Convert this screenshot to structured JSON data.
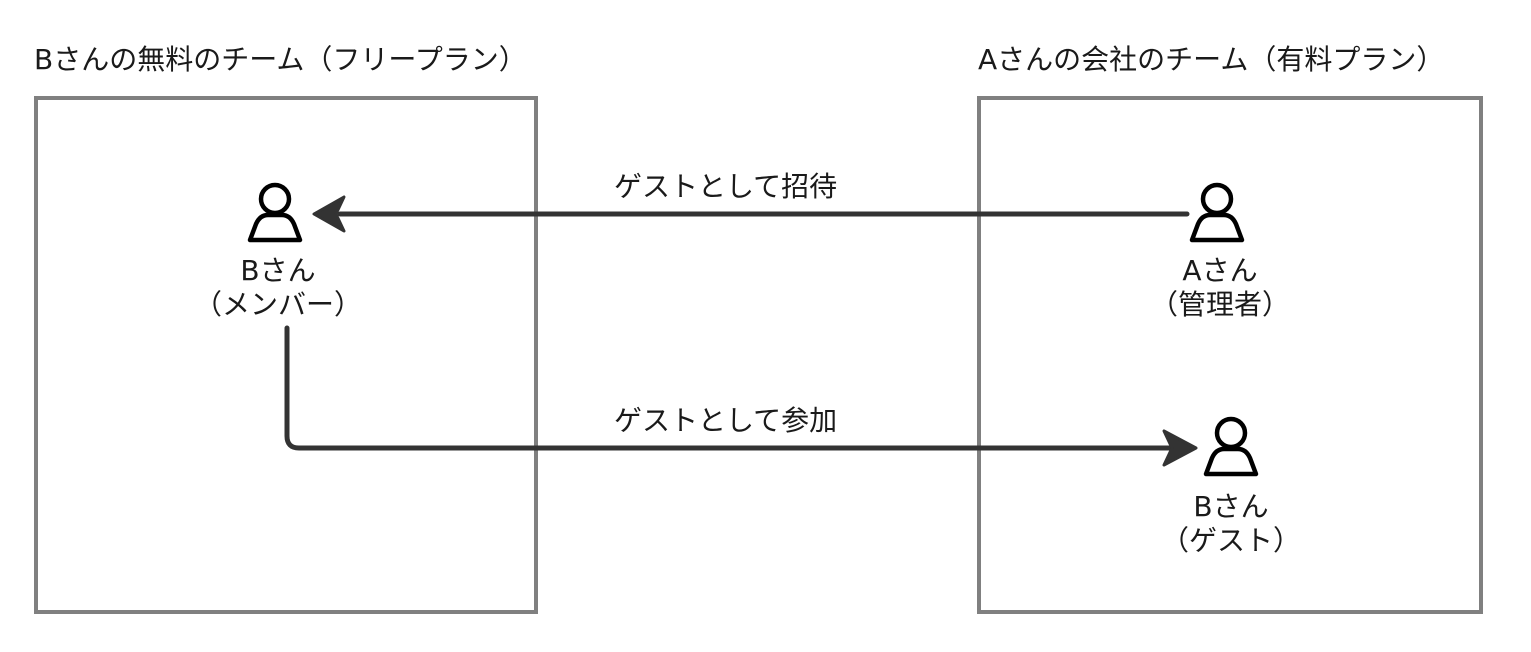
{
  "teams": {
    "left": {
      "title": "Bさんの無料のチーム（フリープラン）"
    },
    "right": {
      "title": "Aさんの会社のチーム（有料プラン）"
    }
  },
  "people": {
    "b_member": {
      "name": "Bさん",
      "role": "（メンバー）"
    },
    "a_admin": {
      "name": "Aさん",
      "role": "（管理者）"
    },
    "b_guest": {
      "name": "Bさん",
      "role": "（ゲスト）"
    }
  },
  "arrows": {
    "invite": {
      "label": "ゲストとして招待"
    },
    "join": {
      "label": "ゲストとして参加"
    }
  },
  "colors": {
    "box_border": "#808080",
    "arrow": "#333333",
    "icon_stroke": "#000000"
  },
  "icons": {
    "person": "person-outline-icon"
  }
}
